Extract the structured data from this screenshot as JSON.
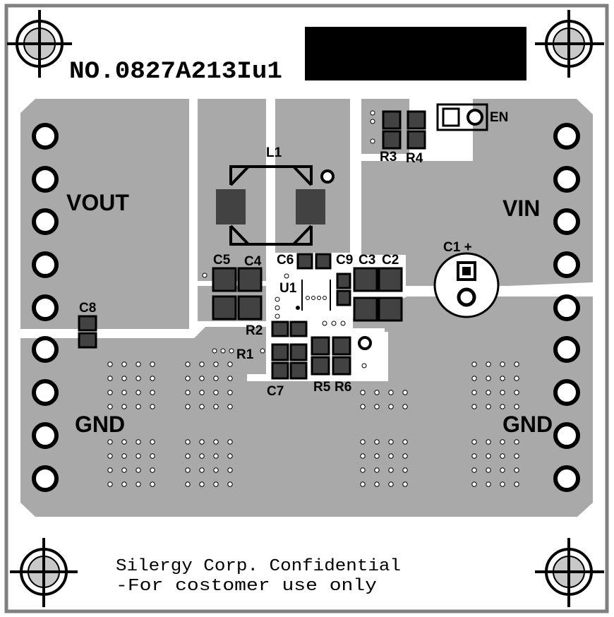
{
  "board": {
    "part_number": "NO.0827A213Iu1",
    "confidential_line1": "Silergy Corp. Confidential",
    "confidential_line2": "-For costomer use only"
  },
  "nets": {
    "vout": "VOUT",
    "vin": "VIN",
    "gnd_left": "GND",
    "gnd_right": "GND",
    "en": "EN"
  },
  "components": {
    "L1": "L1",
    "C1": "C1 +",
    "C2": "C2",
    "C3": "C3",
    "C4": "C4",
    "C5": "C5",
    "C6": "C6",
    "C7": "C7",
    "C8": "C8",
    "C9": "C9",
    "R1": "R1",
    "R2": "R2",
    "R3": "R3",
    "R4": "R4",
    "R5": "R5",
    "R6": "R6",
    "U1": "U1"
  },
  "colors": {
    "copper": "#a9a9a9",
    "board": "#ffffff",
    "pad": "#424242",
    "silkscreen": "#000000"
  }
}
